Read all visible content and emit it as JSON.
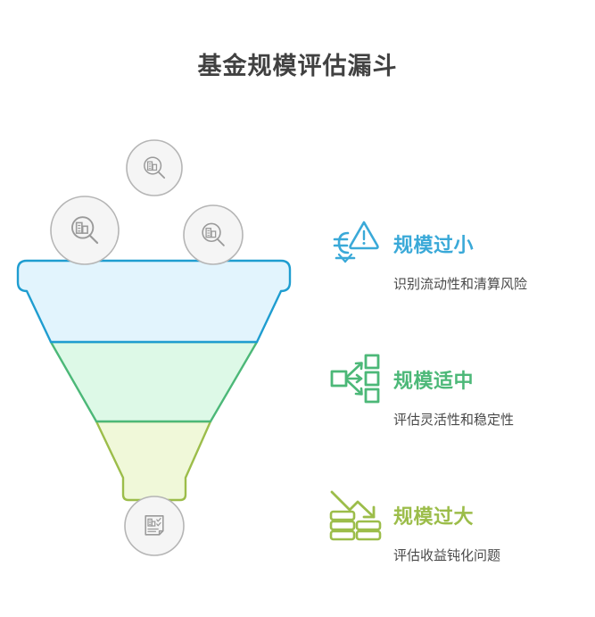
{
  "title": "基金规模评估漏斗",
  "colors": {
    "title_text": "#414141",
    "stage_small_accent": "#3aa9d8",
    "stage_mid_accent": "#4cb878",
    "stage_large_accent": "#9cbd4a",
    "stage_small_fill": "#e2f4fd",
    "stage_mid_fill": "#ddf9e7",
    "stage_large_fill": "#f0f8d9",
    "circle_fill": "#f5f5f5",
    "circle_stroke": "#b5b5b5",
    "icon_gray": "#9a9a9a",
    "body_text": "#4a4a4a"
  },
  "funnel": {
    "bands": [
      {
        "name": "stage-band-small",
        "accent": "#3aa9d8",
        "fill": "#e2f4fd"
      },
      {
        "name": "stage-band-mid",
        "accent": "#4cb878",
        "fill": "#ddf9e7"
      },
      {
        "name": "stage-band-large",
        "accent": "#9cbd4a",
        "fill": "#f0f8d9"
      }
    ],
    "input_icons": [
      {
        "name": "magnifier-chart-icon-top",
        "icon": "magnifier-chart-icon"
      },
      {
        "name": "magnifier-chart-icon-left",
        "icon": "magnifier-chart-icon"
      },
      {
        "name": "magnifier-chart-icon-right",
        "icon": "magnifier-chart-icon"
      }
    ],
    "output_icon": {
      "name": "report-checklist-icon",
      "icon": "document-checklist-icon"
    }
  },
  "legend": {
    "items": [
      {
        "icon": "currency-warning-icon",
        "title": "规模过小",
        "desc": "识别流动性和清算风险",
        "color": "#3aa9d8"
      },
      {
        "icon": "distribution-branch-icon",
        "title": "规模适中",
        "desc": "评估灵活性和稳定性",
        "color": "#4cb878"
      },
      {
        "icon": "coins-decline-icon",
        "title": "规模过大",
        "desc": "评估收益钝化问题",
        "color": "#9cbd4a"
      }
    ]
  }
}
